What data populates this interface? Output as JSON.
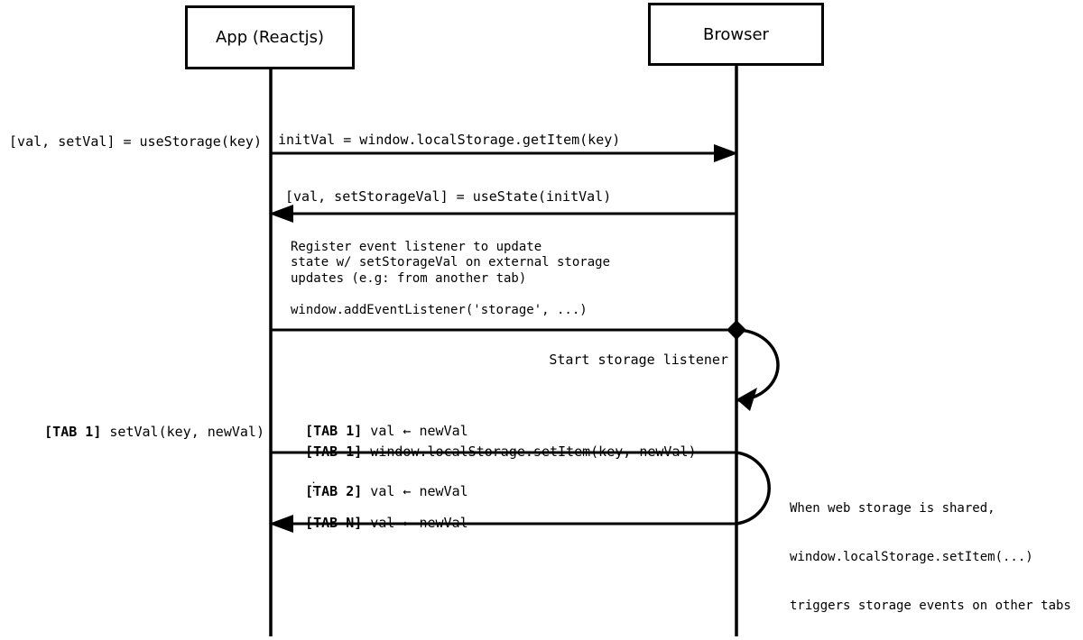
{
  "actors": [
    {
      "label": "App (Reactjs)"
    },
    {
      "label": "Browser"
    }
  ],
  "annotations": {
    "use_storage": "[val, setVal] = useStorage(key)",
    "tab1_setval": {
      "prefix": "[TAB 1]",
      "text": " setVal(key, newVal)"
    }
  },
  "messages": {
    "get_item": "initVal = window.localStorage.getItem(key)",
    "use_state": "[val, setStorageVal] = useState(initVal)",
    "register_note": {
      "line1": "Register event listener to update",
      "line2": "state w/ setStorageVal on external storage",
      "line3": "updates (e.g: from another tab)",
      "code": "window.addEventListener('storage', ...)"
    },
    "start_listener": "Start storage listener",
    "tab1_val": {
      "prefix": "[TAB 1]",
      "text": " val ← newVal"
    },
    "tab1_setitem": {
      "prefix": "[TAB 1]",
      "text": " window.localStorage.setItem(key, newVal)"
    },
    "tab2_val": {
      "prefix": "[TAB 2]",
      "text": " val ← newVal"
    },
    "ellipsis": "⋮",
    "tabn_val": {
      "prefix": "[TAB N]",
      "text": " val ← newVal"
    }
  },
  "side_note": {
    "line1": "When web storage is shared,",
    "line2": "window.localStorage.setItem(...)",
    "line3": "triggers storage events on other tabs"
  },
  "colors": {
    "line": "#000000",
    "background": "#ffffff"
  }
}
